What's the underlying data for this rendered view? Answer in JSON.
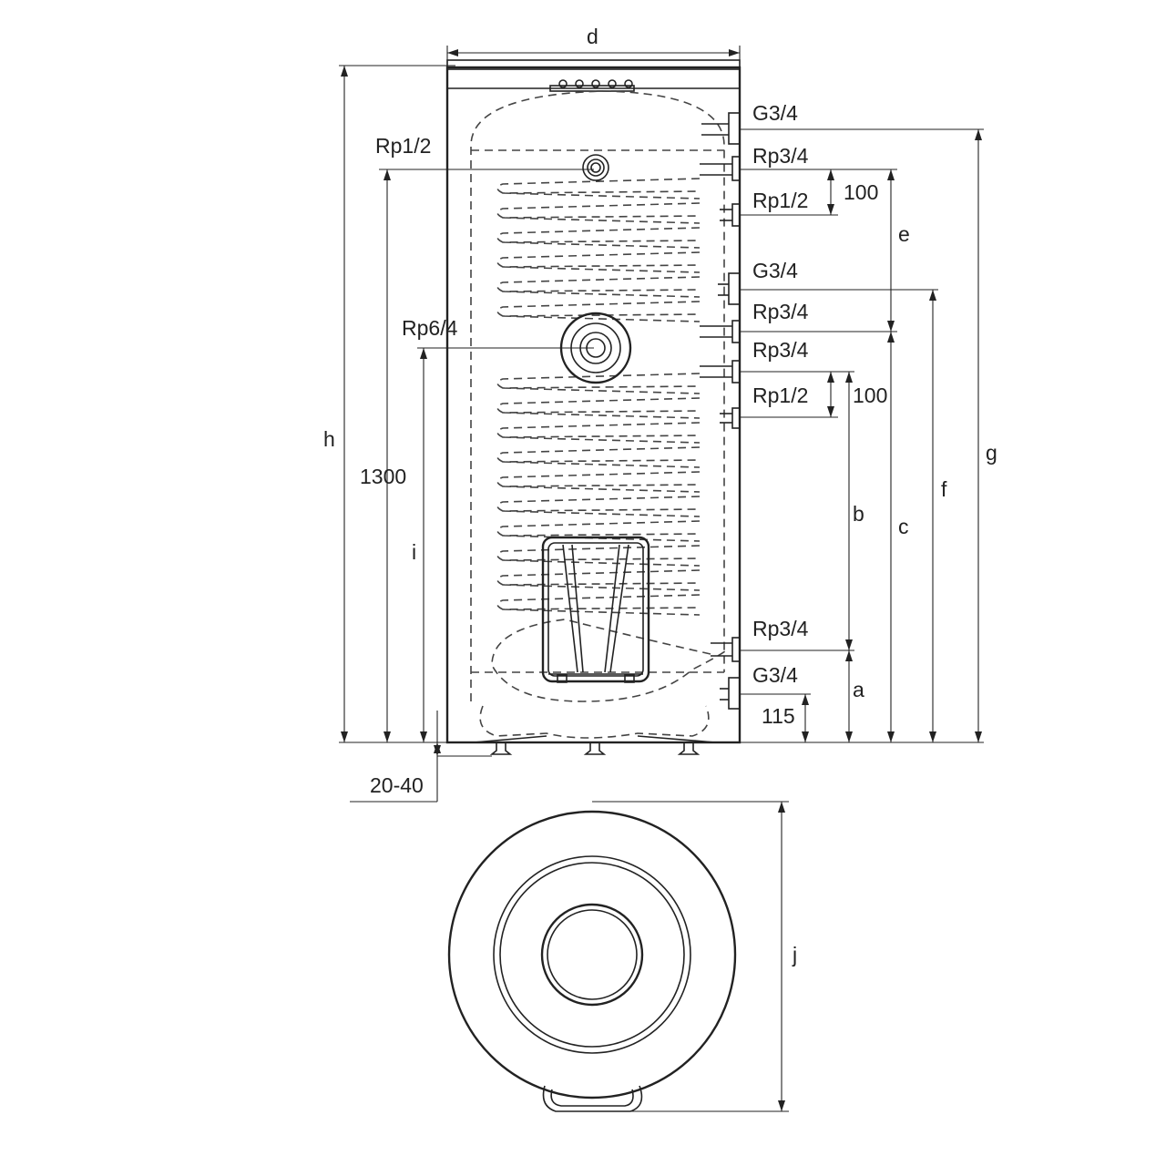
{
  "side_view": {
    "top_width": "d",
    "connections": [
      {
        "label": "G3/4"
      },
      {
        "label": "Rp3/4"
      },
      {
        "label": "Rp1/2"
      },
      {
        "label": "G3/4"
      },
      {
        "label": "Rp3/4"
      },
      {
        "label": "Rp3/4"
      },
      {
        "label": "Rp1/2"
      },
      {
        "label": "Rp3/4"
      },
      {
        "label": "G3/4"
      }
    ],
    "front_ports": [
      {
        "label": "Rp1/2"
      },
      {
        "label": "Rp6/4"
      }
    ],
    "dimensions": {
      "h": "h",
      "height_1300": "1300",
      "i": "i",
      "spacing_top": "100",
      "spacing_mid": "100",
      "e": "e",
      "b": "b",
      "c": "c",
      "f": "f",
      "g": "g",
      "a": "a",
      "bottom_offset": "115",
      "feet": "20-40"
    }
  },
  "top_view": {
    "diameter": "j"
  },
  "colors": {
    "line": "#222222",
    "hidden_line": "#444444",
    "background": "#ffffff"
  }
}
